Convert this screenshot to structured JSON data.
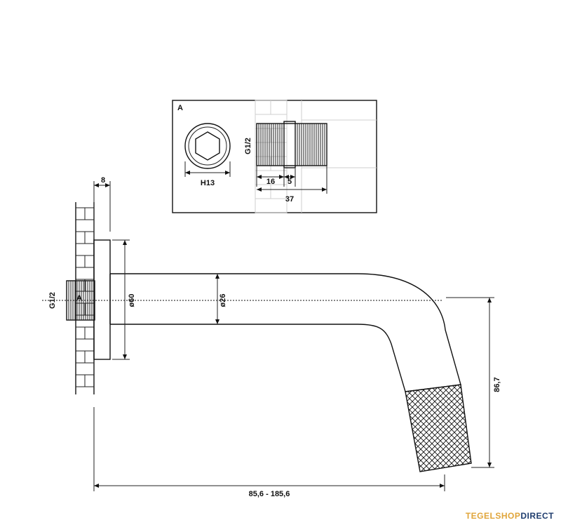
{
  "detail": {
    "tag": "A",
    "hex_label": "H13",
    "thread_label": "G1/2",
    "dim_16": "16",
    "dim_5": "5",
    "dim_37": "37"
  },
  "main": {
    "plate_thickness": "8",
    "thread_label": "G1/2",
    "section_tag": "A",
    "plate_diameter": "ø60",
    "spout_diameter": "ø26",
    "drop_height": "86,7",
    "projection_range": "85,6 - 185,6"
  },
  "brand": {
    "part1": "TEGELSHOP",
    "part2": "DIRECT"
  },
  "colors": {
    "line": "#111111",
    "light_line": "#cfcfcf",
    "brand_orange": "#e0a53a",
    "brand_blue": "#1f3d6e"
  }
}
